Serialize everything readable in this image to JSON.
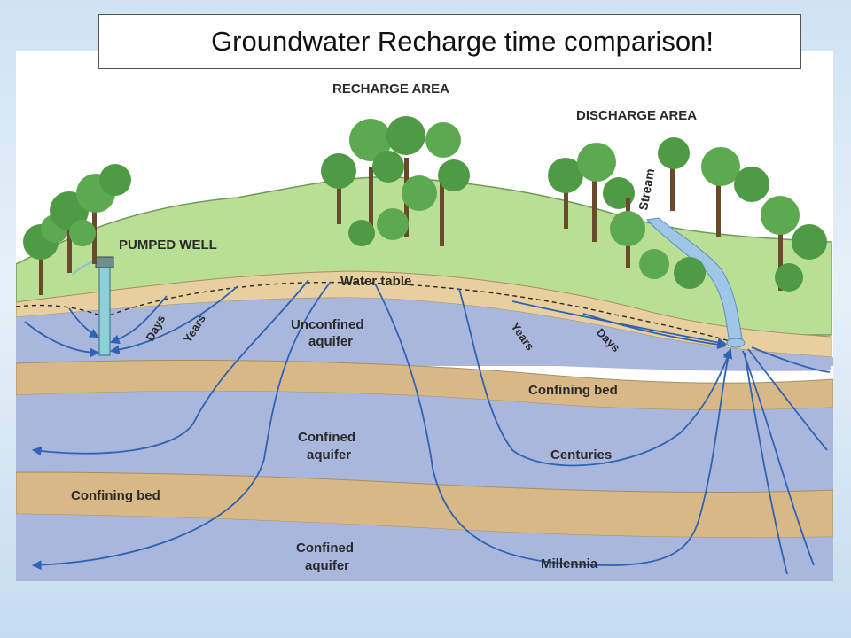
{
  "title": "Groundwater Recharge time comparison!",
  "labels": {
    "recharge_area": "RECHARGE AREA",
    "discharge_area": "DISCHARGE AREA",
    "pumped_well": "PUMPED WELL",
    "stream": "Stream",
    "water_table": "Water table",
    "unconfined_line1": "Unconfined",
    "unconfined_line2": "aquifer",
    "confining_bed_right": "Confining bed",
    "confined_upper_line1": "Confined",
    "confined_upper_line2": "aquifer",
    "confining_bed_left": "Confining bed",
    "confined_lower_line1": "Confined",
    "confined_lower_line2": "aquifer",
    "days_left": "Days",
    "years_left": "Years",
    "years_right": "Years",
    "days_right": "Days",
    "centuries": "Centuries",
    "millennia": "Millennia"
  },
  "colors": {
    "land": "#b9df95",
    "soil": "#e8cf9f",
    "aquifer": "#a9b7dd",
    "confining": "#d9b888",
    "flow": "#2f63b3",
    "tree_canopy": "#4f9a45",
    "stream": "#9fc6e6"
  }
}
